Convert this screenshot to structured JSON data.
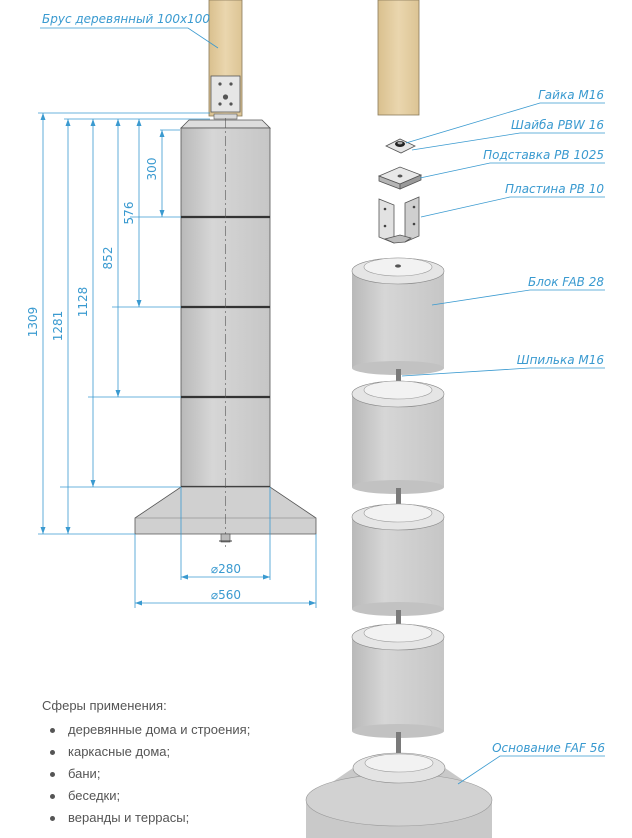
{
  "callouts": {
    "beam": "Брус деревянный 100х100",
    "nut": "Гайка М16",
    "washer": "Шайба PBW 16",
    "support": "Подставка PB 1025",
    "plate": "Пластина PB 10",
    "block": "Блок FAB 28",
    "stud": "Шпилька М16",
    "base": "Основание FAF 56"
  },
  "dimensions": {
    "d300": "300",
    "d576": "576",
    "d852": "852",
    "d1128": "1128",
    "d1281": "1281",
    "d1309": "1309",
    "dia280": "⌀280",
    "dia560": "⌀560"
  },
  "usage": {
    "title": "Сферы применения:",
    "items": [
      "деревянные дома и строения;",
      "каркасные дома;",
      "бани;",
      "беседки;",
      "веранды и террасы;"
    ]
  },
  "colors": {
    "dimension": "#3a9ad0",
    "concrete": "#cdcdcd",
    "wood": "#e2cda0"
  }
}
